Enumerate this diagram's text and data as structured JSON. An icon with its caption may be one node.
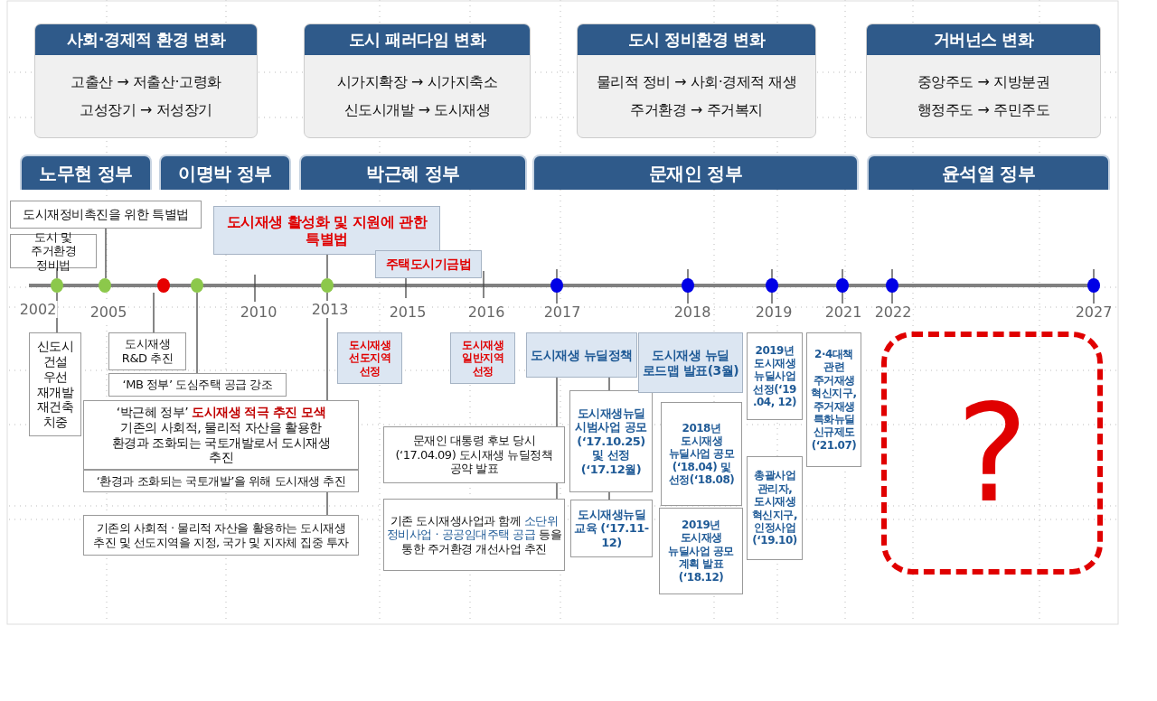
{
  "diagram": {
    "nodes": [
      {
        "text": [
          "사회·경제적 환경 변화",
          "고출산 → 저출산·고령화",
          "고성장기 → 저성장기"
        ]
      },
      {
        "text": [
          "도시 패러다임 변화",
          "시가지확장 → 시가지축소",
          "신도시개발 → 도시재생"
        ]
      },
      {
        "text": [
          "도시 정비환경 변화",
          "물리적 정비 → 사회·경제적 재생",
          "주거환경 → 주거복지"
        ]
      },
      {
        "text": [
          "거버넌스 변화",
          "중앙주도 → 지방분권",
          "행정주도 → 주민주도"
        ]
      },
      {
        "text": [
          "노무현 정부"
        ]
      },
      {
        "text": [
          "이명박 정부"
        ]
      },
      {
        "text": [
          "박근혜 정부"
        ]
      },
      {
        "text": [
          "문재인 정부"
        ]
      },
      {
        "text": [
          "윤석열 정부"
        ]
      },
      {
        "text": [
          "도시재정비촉진을 위한 특별법"
        ]
      },
      {
        "text": [
          "도시 및 주거환경 정비법"
        ]
      },
      {
        "text": [
          "도시재생 활성화 및 지원에 관한 특별법"
        ]
      },
      {
        "text": [
          "주택도시기금법"
        ]
      },
      {
        "text": [],
        "shape": "circle"
      },
      {
        "text": [],
        "shape": "circle"
      },
      {
        "text": [],
        "shape": "circle"
      },
      {
        "text": [],
        "shape": "circle"
      },
      {
        "text": [],
        "shape": "circle"
      },
      {
        "text": [],
        "shape": "circle"
      },
      {
        "text": [],
        "shape": "circle"
      },
      {
        "text": [],
        "shape": "circle"
      },
      {
        "text": [],
        "shape": "circle"
      },
      {
        "text": [],
        "shape": "circle"
      },
      {
        "text": [],
        "shape": "circle"
      },
      {
        "text": [
          "신도시 건설 우선 재개발 재건축 치중"
        ]
      },
      {
        "text": [
          "도시재생 R&D 추진"
        ]
      },
      {
        "text": [
          "‘MB 정부’ 도심주택 공급 강조"
        ]
      },
      {
        "text": [
          "‘박근혜 정부’",
          "도시재생 적극 추진 모색",
          "기존의 사회적, 물리적 자산을 활용한 환경과 조화되는 국토개발로서 도시재생 추진"
        ]
      },
      {
        "text": [
          "‘환경과 조화되는 국토개발’을 위해 도시재생 추진"
        ]
      },
      {
        "text": [
          "기존의 사회적 · 물리적 자산을 활용하는 도시재생 추진 및 선도지역을 지정, 국가 및 지자체 집중 투자"
        ]
      },
      {
        "text": [
          "도시재생 선도지역 선정"
        ]
      },
      {
        "text": [
          "도시재생 일반지역 선정"
        ]
      },
      {
        "text": [
          "도시재생 뉴딜정책"
        ]
      },
      {
        "text": [
          "문재인 대통령 후보 당시(‘17.04.09) 도시재생 뉴딜정책 공약 발표"
        ]
      },
      {
        "text": [
          "기존 도시재생사업과 함께",
          "소단위 정비사업 · 공공임대주택 공급",
          "등을 통한  주거환경 개선사업 추진"
        ]
      },
      {
        "text": [
          "도시재생뉴딜 시범사업 공모(‘17.10.25) 및 선정 (‘17.12월)"
        ]
      },
      {
        "text": [
          "도시재생뉴딜 교육 (‘17.11-12)"
        ]
      },
      {
        "text": [
          "도시재생 뉴딜 로드맵 발표(3월)"
        ]
      },
      {
        "text": [
          "2018년 도시재생 뉴딜사업 공모(‘18.04) 및 선정(‘18.08)"
        ]
      },
      {
        "text": [
          "2019년 도시재생 뉴딜사업 공모 계획 발표(‘18.12)"
        ]
      },
      {
        "text": [
          "2019년 도시재생 뉴딜사업 선정(‘19 .04, 12)"
        ]
      },
      {
        "text": [
          "총괄사업 관리자, 도시재생 혁신지구, 인정사업 (‘19.10)"
        ]
      },
      {
        "text": [
          "2·4대책 관련 주거재생 혁신지구, 주거재생 특화뉴딜 신규제도 (‘21.07)"
        ]
      },
      {
        "text": [
          "?"
        ]
      }
    ],
    "edges": [
      {
        "from": 13,
        "to": 10,
        "arrow": "none"
      },
      {
        "from": 13,
        "to": 24,
        "arrow": "none"
      },
      {
        "from": 14,
        "to": 9,
        "arrow": "none"
      },
      {
        "from": 15,
        "to": 25,
        "arrow": "none"
      },
      {
        "from": 16,
        "to": 26,
        "arrow": "none"
      },
      {
        "from": 17,
        "to": 11,
        "arrow": "none"
      },
      {
        "from": 17,
        "to": 27,
        "arrow": "none"
      },
      {
        "from": 28,
        "to": 29,
        "arrow": "none"
      },
      {
        "from": 32,
        "to": 33,
        "arrow": "none"
      },
      {
        "from": 33,
        "to": 34,
        "arrow": "none"
      },
      {
        "from": 32,
        "to": 35,
        "arrow": "none"
      },
      {
        "from": 35,
        "to": 36,
        "arrow": "none"
      }
    ],
    "labels": [
      "2002",
      "2005",
      "2010",
      "2013",
      "2015",
      "2016",
      "2017",
      "2018",
      "2019",
      "2021",
      "2022",
      "2027"
    ]
  }
}
